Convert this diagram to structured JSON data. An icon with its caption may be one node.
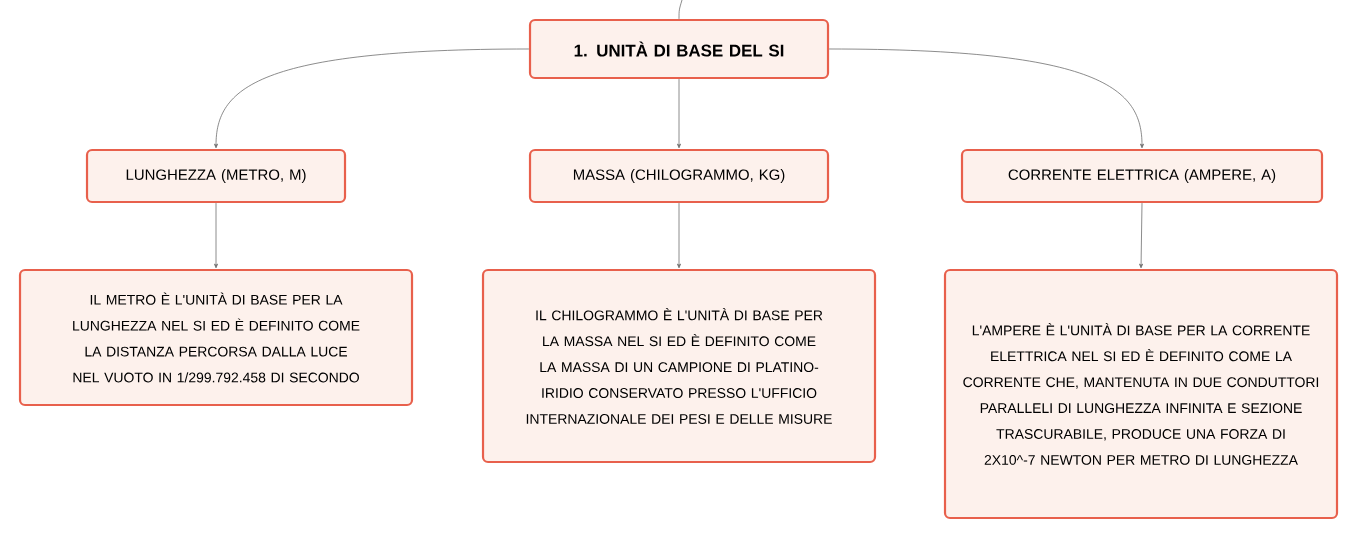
{
  "diagram": {
    "nodes": [
      {
        "text": [
          "1. UNITÀ DI BASE DEL SI"
        ]
      },
      {
        "text": [
          "LUNGHEZZA (METRO, M)"
        ]
      },
      {
        "text": [
          "MASSA (CHILOGRAMMO, KG)"
        ]
      },
      {
        "text": [
          "CORRENTE ELETTRICA (AMPERE, A)"
        ]
      },
      {
        "text": [
          "IL METRO È L'UNITÀ DI BASE PER LA LUNGHEZZA NEL SI ED È DEFINITO COME LA DISTANZA PERCORSA DALLA LUCE NEL VUOTO IN 1/299.792.458 DI SECONDO"
        ]
      },
      {
        "text": [
          "IL CHILOGRAMMO È L'UNITÀ DI BASE PER LA MASSA NEL SI ED È DEFINITO COME LA MASSA DI UN CAMPIONE DI PLATINO-IRIDIO CONSERVATO PRESSO L'UFFICIO INTERNAZIONALE DEI PESI E DELLE MISURE"
        ]
      },
      {
        "text": [
          "L'AMPERE È L'UNITÀ DI BASE PER LA CORRENTE ELETTRICA NEL SI ED È DEFINITO COME LA CORRENTE CHE, MANTENUTA IN DUE CONDUTTORI PARALLELI DI LUNGHEZZA INFINITA E SEZIONE TRASCURABILE, PRODUCE UNA FORZA DI 2X10^-7 NEWTON PER METRO DI LUNGHEZZA"
        ]
      }
    ],
    "edges": [
      {
        "from": null,
        "to": 0,
        "arrow": "none"
      },
      {
        "from": 0,
        "to": 1,
        "arrow": "to"
      },
      {
        "from": 0,
        "to": 2,
        "arrow": "to"
      },
      {
        "from": 0,
        "to": 3,
        "arrow": "to"
      },
      {
        "from": 1,
        "to": 4,
        "arrow": "to"
      },
      {
        "from": 2,
        "to": 5,
        "arrow": "to"
      },
      {
        "from": 3,
        "to": 6,
        "arrow": "to"
      }
    ]
  }
}
